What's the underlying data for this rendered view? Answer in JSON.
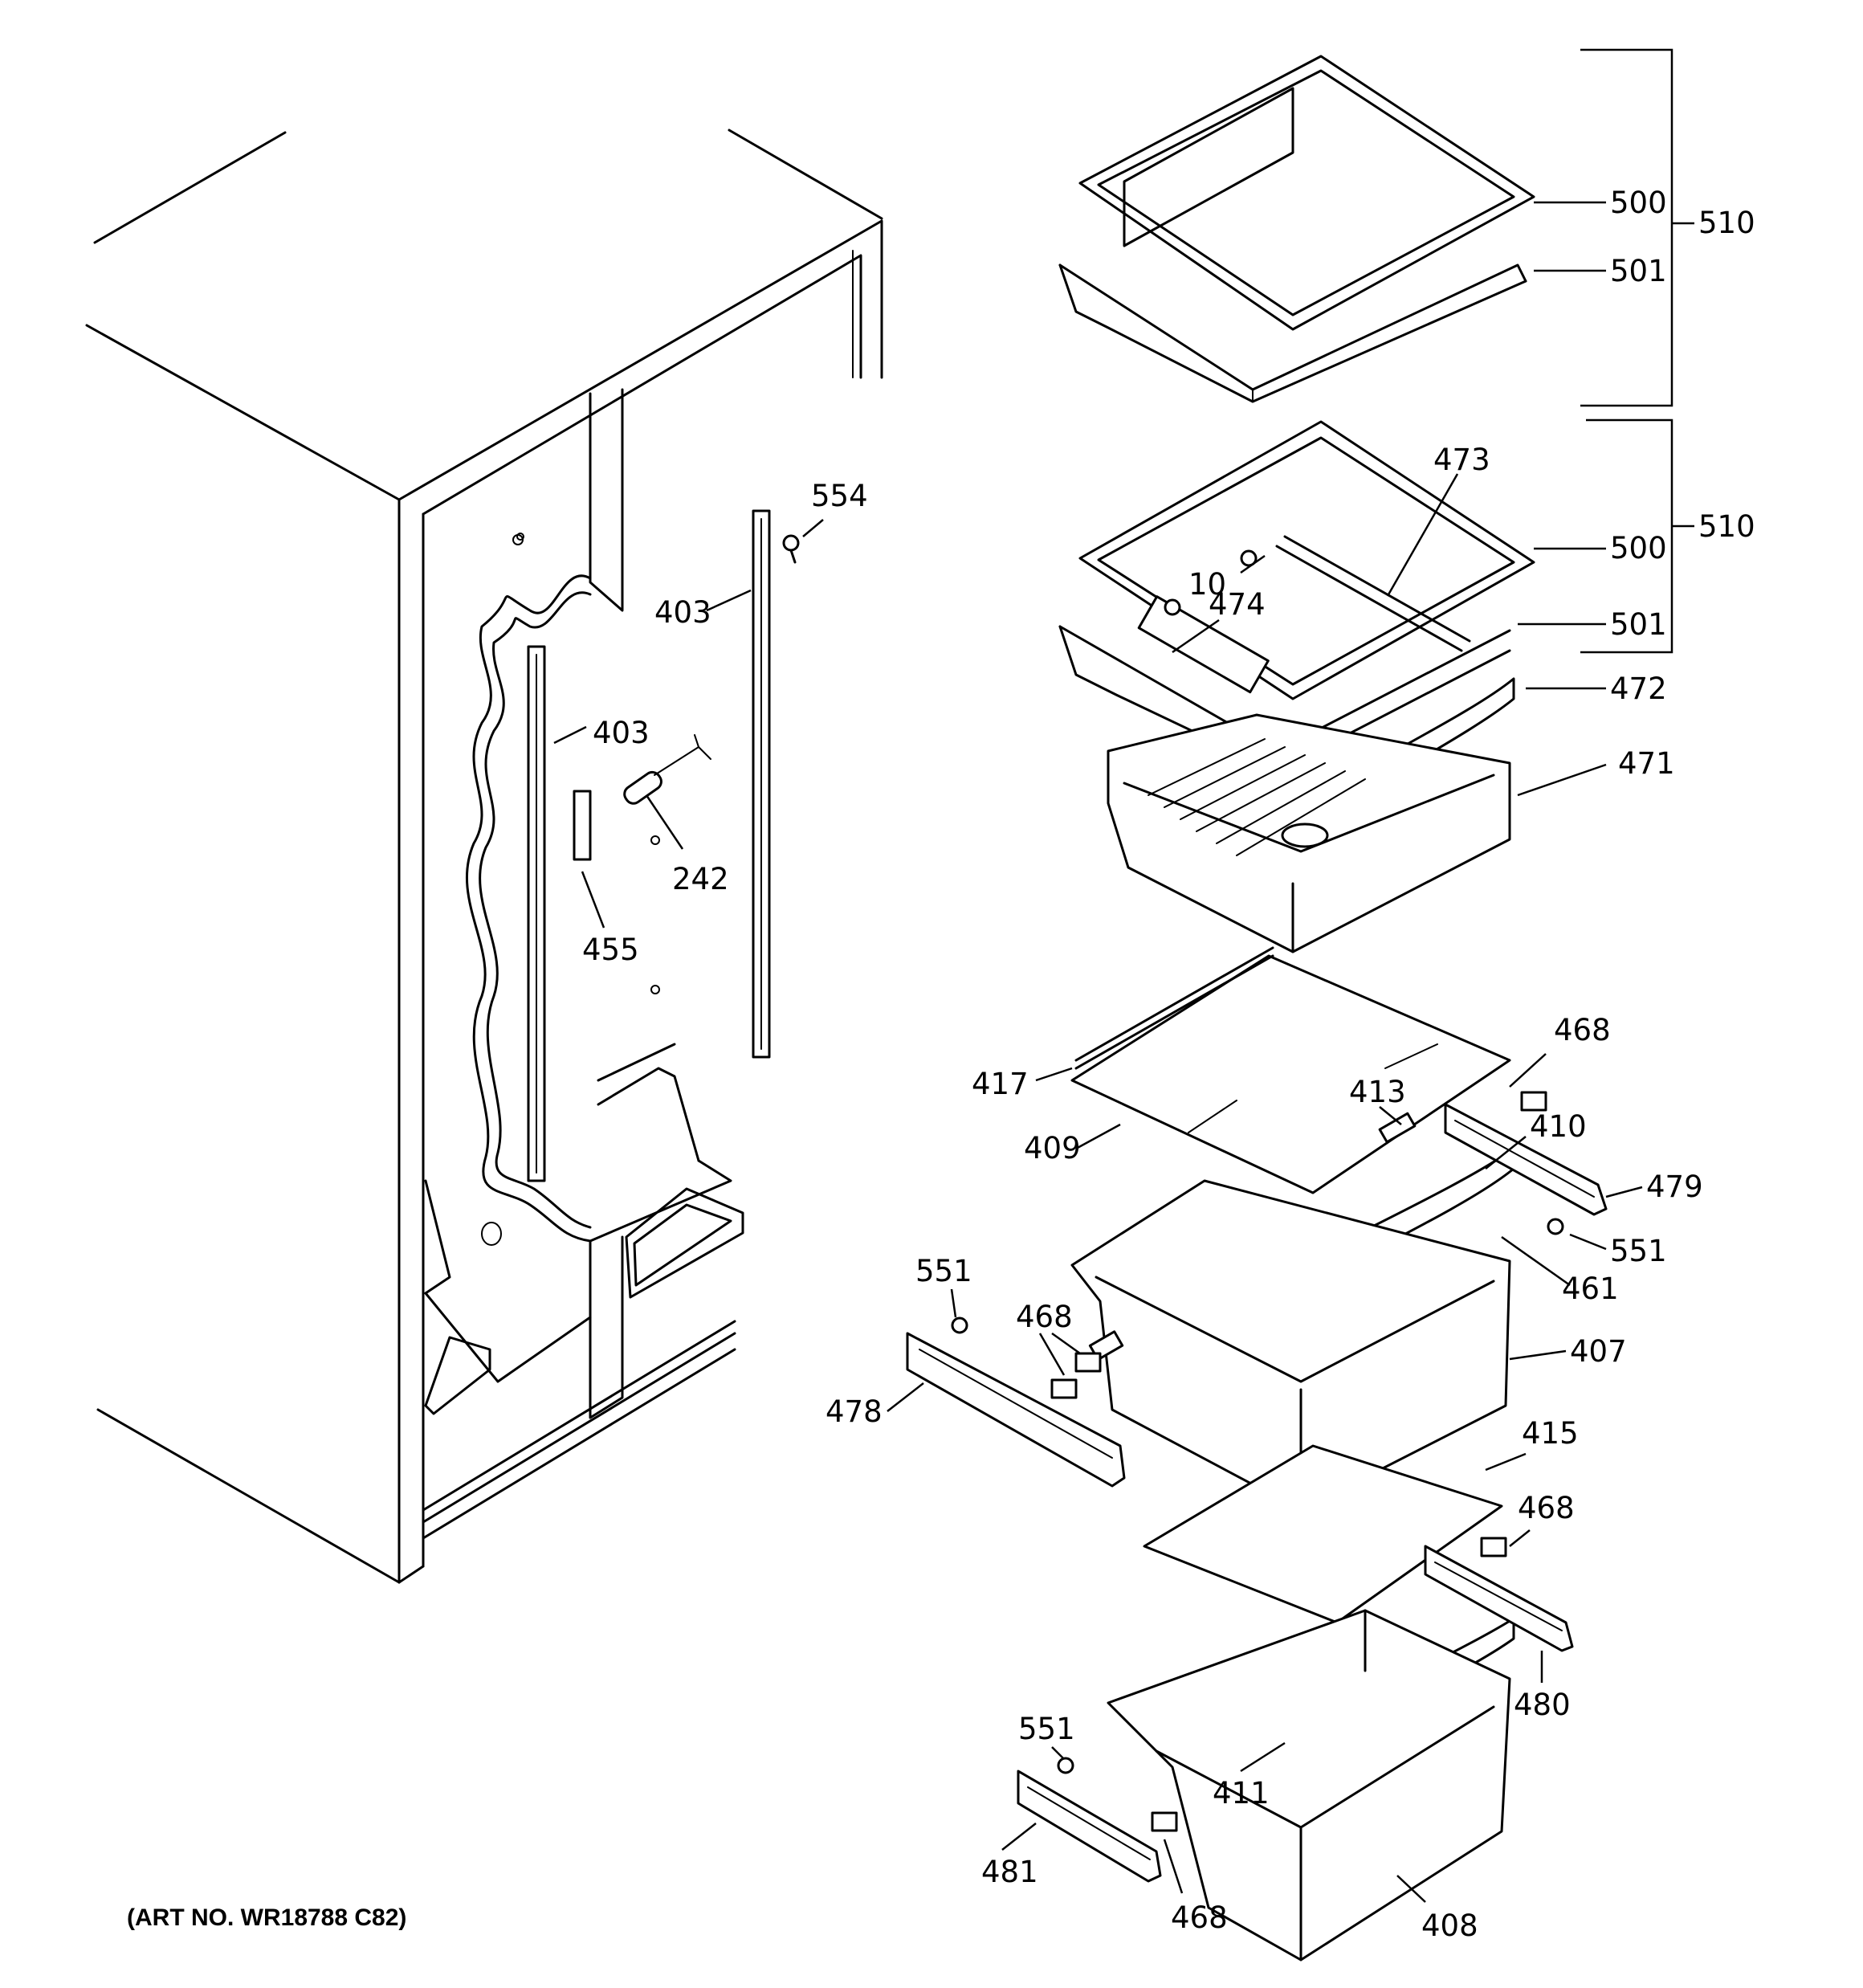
{
  "art_number": "(ART NO. WR18788 C82)",
  "callouts": [
    {
      "id": "c-500a",
      "text": "500"
    },
    {
      "id": "c-501a",
      "text": "501"
    },
    {
      "id": "c-510a",
      "text": "510"
    },
    {
      "id": "c-473",
      "text": "473"
    },
    {
      "id": "c-500b",
      "text": "500"
    },
    {
      "id": "c-510b",
      "text": "510"
    },
    {
      "id": "c-10",
      "text": "10"
    },
    {
      "id": "c-474",
      "text": "474"
    },
    {
      "id": "c-501b",
      "text": "501"
    },
    {
      "id": "c-472",
      "text": "472"
    },
    {
      "id": "c-471",
      "text": "471"
    },
    {
      "id": "c-554",
      "text": "554"
    },
    {
      "id": "c-403a",
      "text": "403"
    },
    {
      "id": "c-403b",
      "text": "403"
    },
    {
      "id": "c-242",
      "text": "242"
    },
    {
      "id": "c-455",
      "text": "455"
    },
    {
      "id": "c-468a",
      "text": "468"
    },
    {
      "id": "c-417",
      "text": "417"
    },
    {
      "id": "c-413",
      "text": "413"
    },
    {
      "id": "c-410",
      "text": "410"
    },
    {
      "id": "c-409",
      "text": "409"
    },
    {
      "id": "c-479",
      "text": "479"
    },
    {
      "id": "c-551a",
      "text": "551"
    },
    {
      "id": "c-461",
      "text": "461"
    },
    {
      "id": "c-551b",
      "text": "551"
    },
    {
      "id": "c-468b",
      "text": "468"
    },
    {
      "id": "c-407",
      "text": "407"
    },
    {
      "id": "c-478",
      "text": "478"
    },
    {
      "id": "c-415",
      "text": "415"
    },
    {
      "id": "c-468c",
      "text": "468"
    },
    {
      "id": "c-480",
      "text": "480"
    },
    {
      "id": "c-551c",
      "text": "551"
    },
    {
      "id": "c-411",
      "text": "411"
    },
    {
      "id": "c-481",
      "text": "481"
    },
    {
      "id": "c-468d",
      "text": "468"
    },
    {
      "id": "c-408",
      "text": "408"
    }
  ]
}
